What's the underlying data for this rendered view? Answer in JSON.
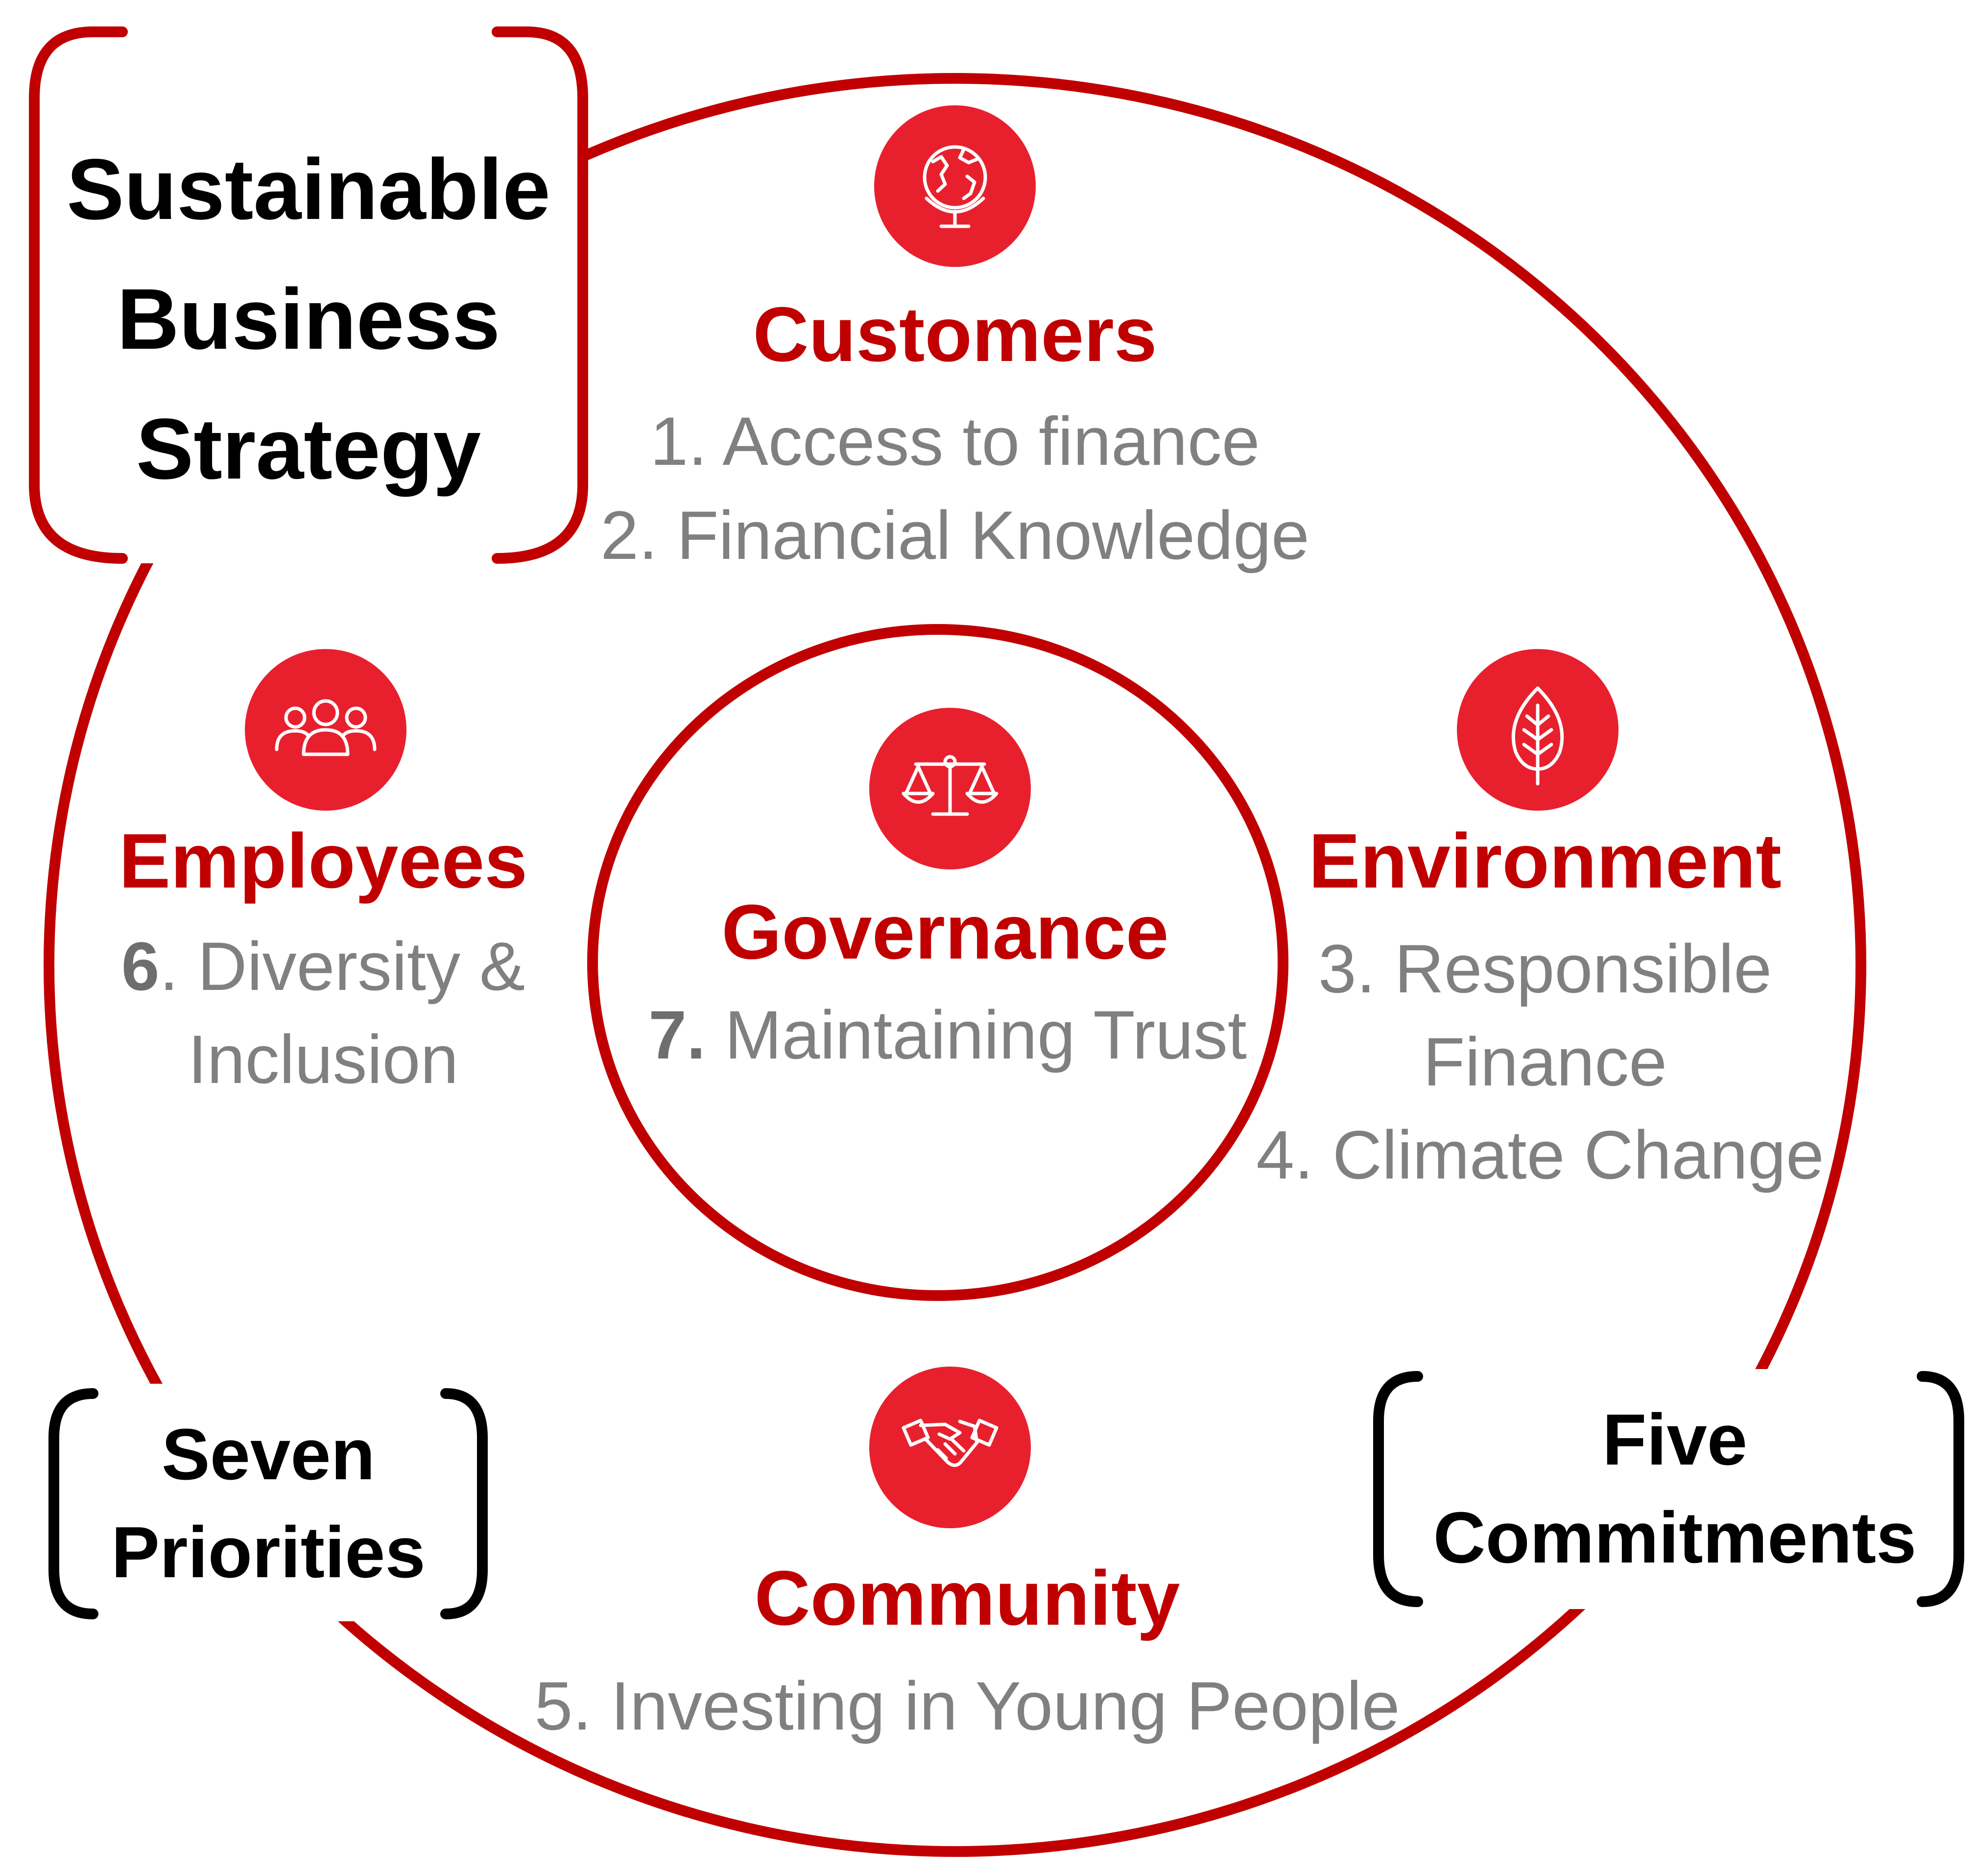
{
  "colors": {
    "ring": "#c00000",
    "icon_disc": "#e8202e",
    "heading": "#c00000",
    "item_text": "#808080",
    "label_text": "#000000"
  },
  "corner_labels": {
    "main_title": [
      "Sustainable",
      "Business",
      "Strategy"
    ],
    "bottom_left": [
      "Seven",
      "Priorities"
    ],
    "bottom_right": [
      "Five",
      "Commitments"
    ]
  },
  "sections": {
    "customers": {
      "icon": "globe-icon",
      "title": "Customers",
      "items": [
        "1. Access to finance",
        "2. Financial Knowledge"
      ]
    },
    "employees": {
      "icon": "people-group-icon",
      "title": "Employees",
      "item_number": "6",
      "item_rest": ". Diversity &",
      "item_line2": "Inclusion"
    },
    "governance": {
      "icon": "balance-scale-icon",
      "title": "Governance",
      "item_number": "7.",
      "item_rest": " Maintaining Trust"
    },
    "environment": {
      "icon": "leaf-icon",
      "title": "Environment",
      "items": [
        "3. Responsible",
        "Finance",
        "4. Climate Change"
      ]
    },
    "community": {
      "icon": "handshake-icon",
      "title": "Community",
      "items": [
        "5. Investing in Young People"
      ]
    }
  }
}
